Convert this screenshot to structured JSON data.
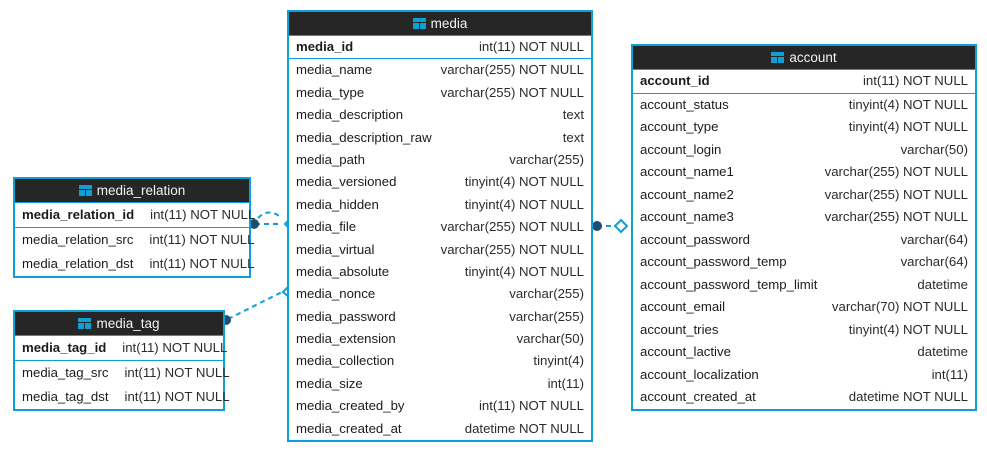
{
  "diagram": {
    "type": "entity-relationship-diagram",
    "background": "#ffffff",
    "accent_color": "#0e9fd4",
    "header_color": "#262626",
    "table_icon_name": "table-icon"
  },
  "entities": [
    {
      "id": "media",
      "name": "media",
      "icon": "table-icon",
      "primary_key": {
        "name": "media_id",
        "type": "int(11) NOT NULL"
      },
      "fields": [
        {
          "name": "media_name",
          "type": "varchar(255) NOT NULL"
        },
        {
          "name": "media_type",
          "type": "varchar(255) NOT NULL"
        },
        {
          "name": "media_description",
          "type": "text"
        },
        {
          "name": "media_description_raw",
          "type": "text"
        },
        {
          "name": "media_path",
          "type": "varchar(255)"
        },
        {
          "name": "media_versioned",
          "type": "tinyint(4) NOT NULL"
        },
        {
          "name": "media_hidden",
          "type": "tinyint(4) NOT NULL"
        },
        {
          "name": "media_file",
          "type": "varchar(255) NOT NULL"
        },
        {
          "name": "media_virtual",
          "type": "varchar(255) NOT NULL"
        },
        {
          "name": "media_absolute",
          "type": "tinyint(4) NOT NULL"
        },
        {
          "name": "media_nonce",
          "type": "varchar(255)"
        },
        {
          "name": "media_password",
          "type": "varchar(255)"
        },
        {
          "name": "media_extension",
          "type": "varchar(50)"
        },
        {
          "name": "media_collection",
          "type": "tinyint(4)"
        },
        {
          "name": "media_size",
          "type": "int(11)"
        },
        {
          "name": "media_created_by",
          "type": "int(11) NOT NULL"
        },
        {
          "name": "media_created_at",
          "type": "datetime NOT NULL"
        }
      ]
    },
    {
      "id": "account",
      "name": "account",
      "icon": "table-icon",
      "primary_key": {
        "name": "account_id",
        "type": "int(11) NOT NULL"
      },
      "fields": [
        {
          "name": "account_status",
          "type": "tinyint(4) NOT NULL"
        },
        {
          "name": "account_type",
          "type": "tinyint(4) NOT NULL"
        },
        {
          "name": "account_login",
          "type": "varchar(50)"
        },
        {
          "name": "account_name1",
          "type": "varchar(255) NOT NULL"
        },
        {
          "name": "account_name2",
          "type": "varchar(255) NOT NULL"
        },
        {
          "name": "account_name3",
          "type": "varchar(255) NOT NULL"
        },
        {
          "name": "account_password",
          "type": "varchar(64)"
        },
        {
          "name": "account_password_temp",
          "type": "varchar(64)"
        },
        {
          "name": "account_password_temp_limit",
          "type": "datetime"
        },
        {
          "name": "account_email",
          "type": "varchar(70) NOT NULL"
        },
        {
          "name": "account_tries",
          "type": "tinyint(4) NOT NULL"
        },
        {
          "name": "account_lactive",
          "type": "datetime"
        },
        {
          "name": "account_localization",
          "type": "int(11)"
        },
        {
          "name": "account_created_at",
          "type": "datetime NOT NULL"
        }
      ]
    },
    {
      "id": "media_relation",
      "name": "media_relation",
      "icon": "table-icon",
      "primary_key": {
        "name": "media_relation_id",
        "type": "int(11) NOT NULL"
      },
      "fields": [
        {
          "name": "media_relation_src",
          "type": "int(11) NOT NULL"
        },
        {
          "name": "media_relation_dst",
          "type": "int(11) NOT NULL"
        }
      ]
    },
    {
      "id": "media_tag",
      "name": "media_tag",
      "icon": "table-icon",
      "primary_key": {
        "name": "media_tag_id",
        "type": "int(11) NOT NULL"
      },
      "fields": [
        {
          "name": "media_tag_src",
          "type": "int(11) NOT NULL"
        },
        {
          "name": "media_tag_dst",
          "type": "int(11) NOT NULL"
        }
      ]
    }
  ],
  "relationships": [
    {
      "id": "media_relation-to-media",
      "from": "media_relation",
      "to": "media",
      "from_marker": "filled-circle",
      "to_marker": "open-diamond",
      "style": "dashed",
      "color": "#0e9fd4"
    },
    {
      "id": "media_tag-to-media",
      "from": "media_tag",
      "to": "media",
      "from_marker": "filled-circle",
      "to_marker": "open-diamond",
      "style": "dashed",
      "color": "#0e9fd4"
    },
    {
      "id": "media-to-account",
      "from": "media",
      "to": "account",
      "from_marker": "filled-circle",
      "to_marker": "open-diamond",
      "style": "dashed",
      "color": "#0e9fd4"
    }
  ]
}
